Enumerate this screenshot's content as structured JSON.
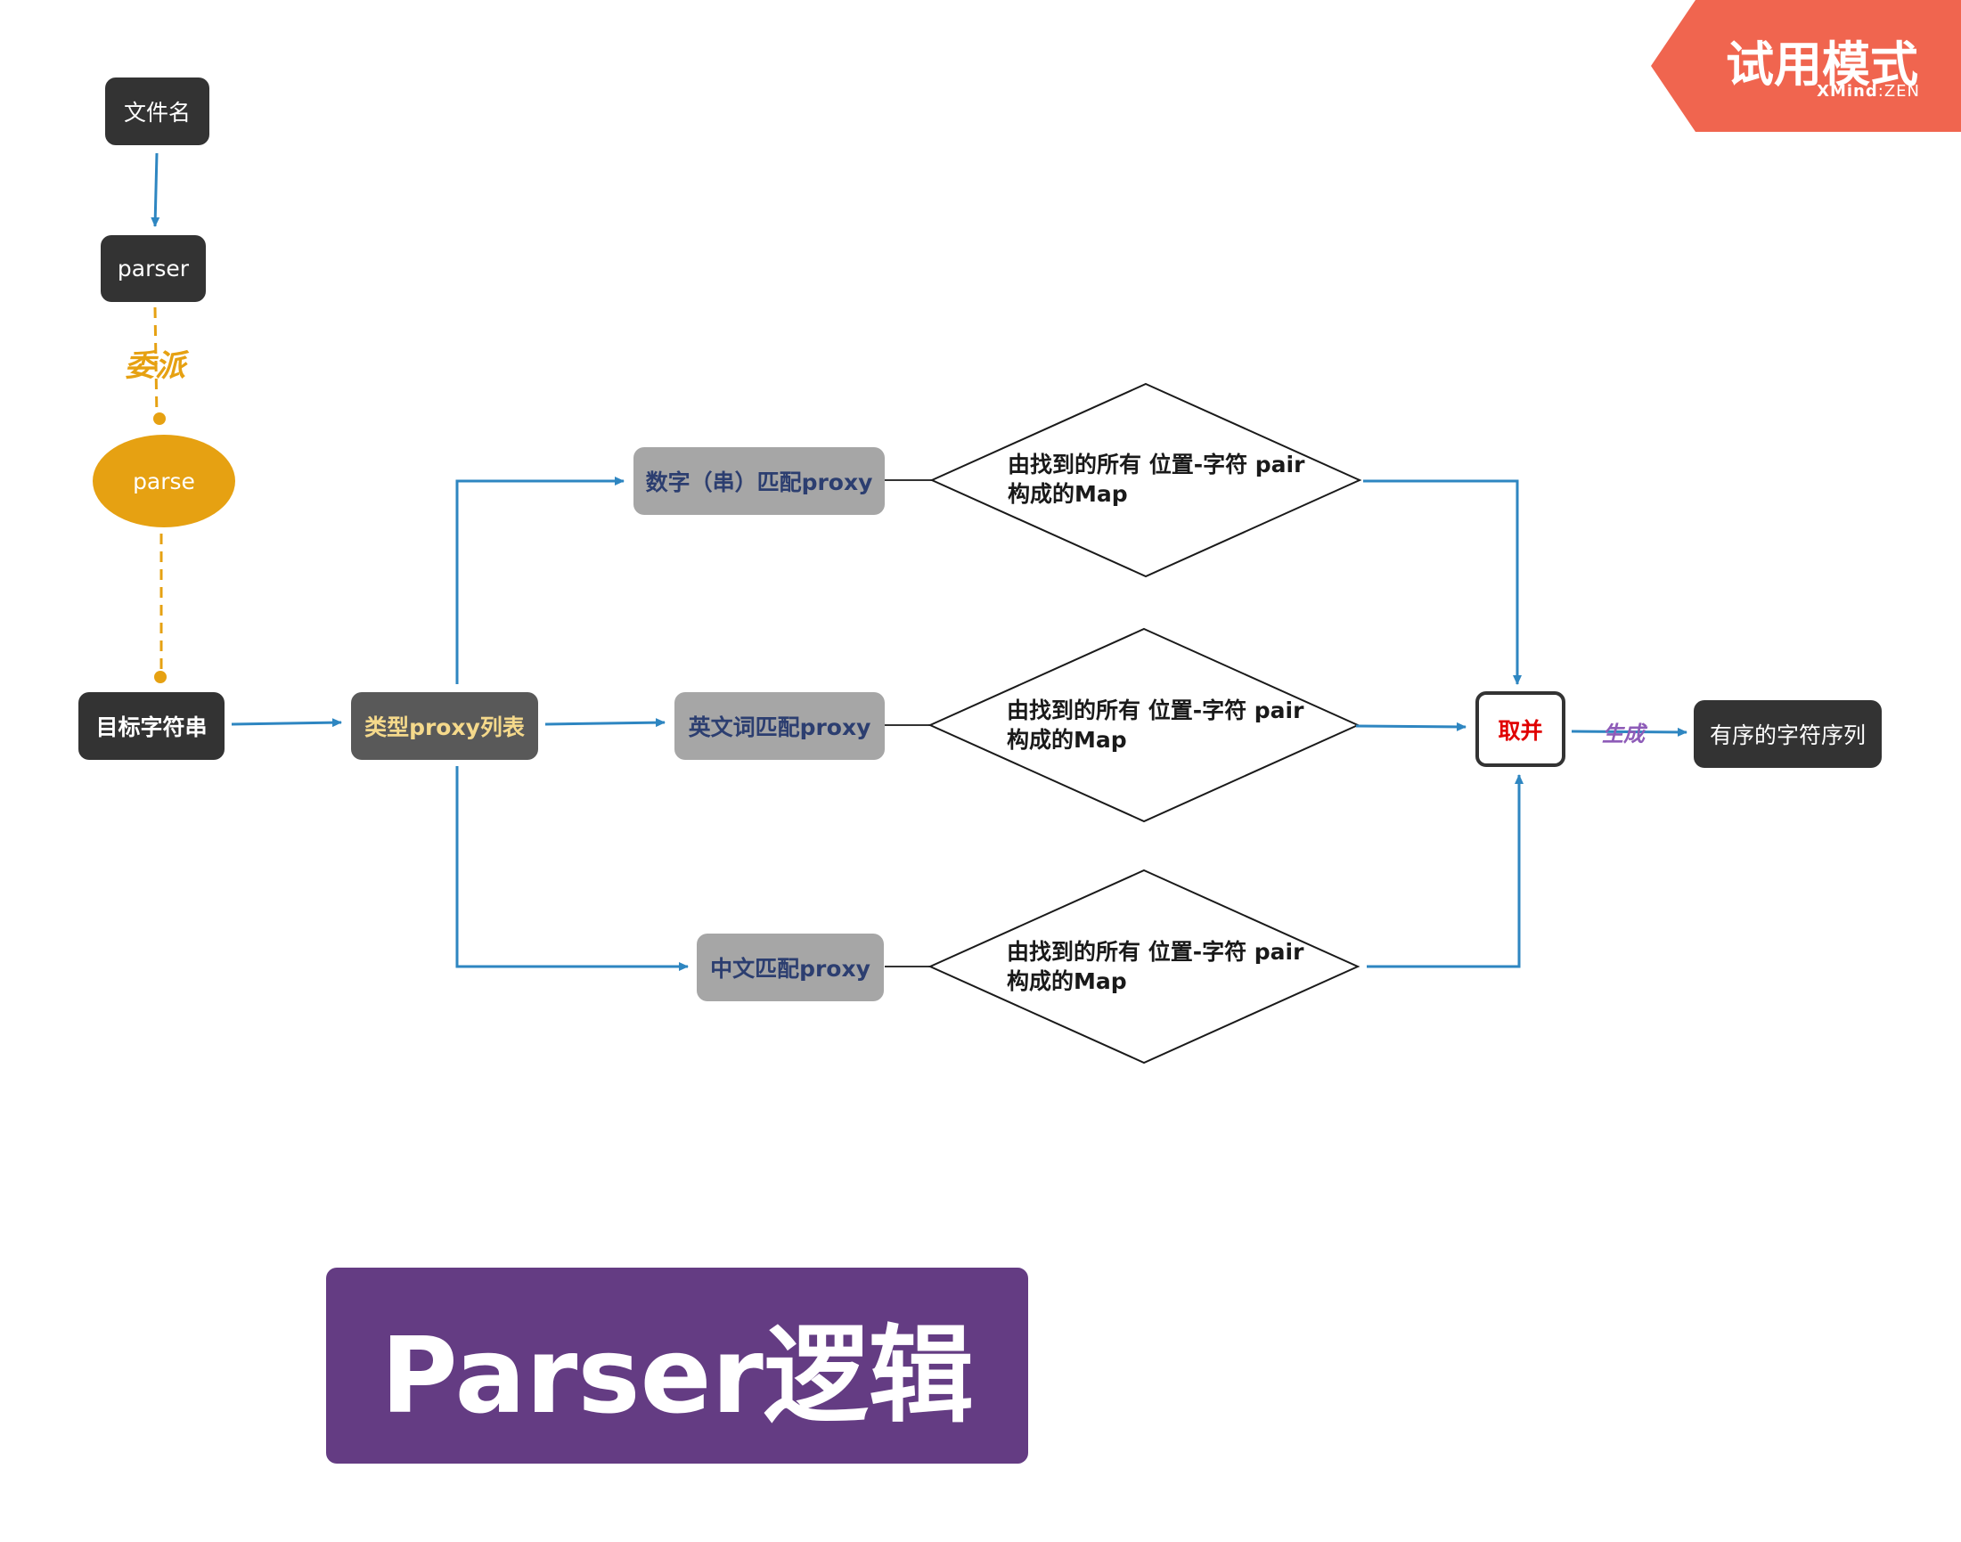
{
  "badge": {
    "title": "试用模式",
    "brand": "XMind",
    "separator": ":",
    "edition": "ZEN",
    "color": "#f0654f"
  },
  "nodes": {
    "filename": "文件名",
    "parser": "parser",
    "parse": "parse",
    "target": "目标字符串",
    "proxy_list": "类型proxy列表",
    "proxy_number": "数字（串）匹配proxy",
    "proxy_english": "英文词匹配proxy",
    "proxy_chinese": "中文匹配proxy",
    "decision_line1": "由找到的所有 位置-字符 pair",
    "decision_line2": "构成的Map",
    "merge": "取并",
    "result": "有序的字符序列"
  },
  "edge_labels": {
    "delegate": "委派",
    "generate": "生成"
  },
  "title": "Parser逻辑",
  "colors": {
    "connector": "#2e86c1",
    "dashed": "#e6a112",
    "delegate_label": "#e6a112",
    "generate_label": "#8e5cb8",
    "title_bg": "#643c83"
  }
}
